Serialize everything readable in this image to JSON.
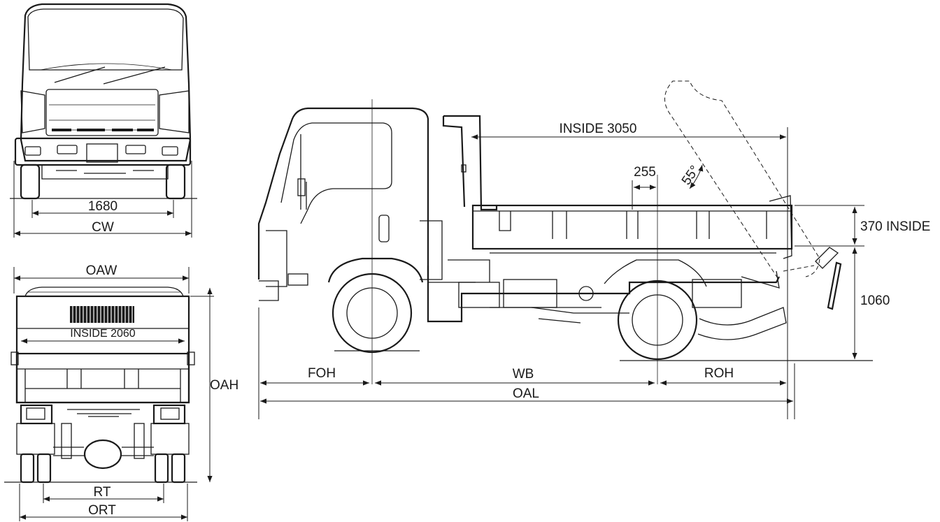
{
  "front_view": {
    "track_label": "1680",
    "cab_width_label": "CW"
  },
  "rear_view": {
    "overall_width_label": "OAW",
    "inside_width_label": "INSIDE 2060",
    "overall_height_label": "OAH",
    "rear_track_label": "RT",
    "outer_rear_track_label": "ORT"
  },
  "side_view": {
    "inside_length_label": "INSIDE 3050",
    "offset_label": "255",
    "tip_angle_label": "55°",
    "inside_height_label": "370 INSIDE",
    "floor_height_label": "1060",
    "front_overhang_label": "FOH",
    "wheelbase_label": "WB",
    "rear_overhang_label": "ROH",
    "overall_length_label": "OAL"
  }
}
